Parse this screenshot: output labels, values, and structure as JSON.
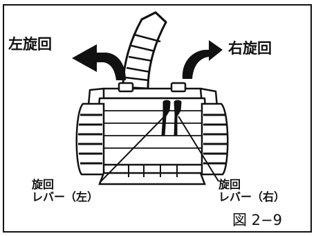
{
  "labels": {
    "left_turn": "左旋回",
    "right_turn": "右旋回",
    "lever_left_line1": "旋回",
    "lever_left_line2": "レバー（左）",
    "lever_right_line1": "旋回",
    "lever_right_line2": "レバー（右）",
    "figure_number": "図 2−9"
  },
  "icons": {
    "left_arrow": "curved-arrow-left-icon",
    "right_arrow": "curved-arrow-right-icon"
  },
  "colors": {
    "ink": "#111111",
    "paper": "#ffffff"
  }
}
